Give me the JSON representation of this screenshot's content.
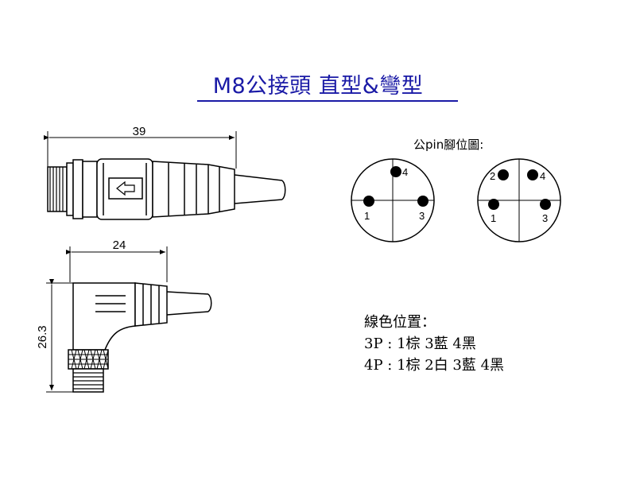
{
  "title": "M8公接頭 直型&彎型",
  "dimensions": {
    "straight_length": "39",
    "angled_length": "24",
    "angled_height": "26.3"
  },
  "pin_diagram": {
    "heading": "公pin腳位圖:",
    "three_pin": {
      "labels": [
        "4",
        "1",
        "3"
      ]
    },
    "four_pin": {
      "labels": [
        "2",
        "4",
        "1",
        "3"
      ]
    }
  },
  "wire_colors": {
    "heading": "線色位置：",
    "rows": [
      "3P : 1棕 3藍 4黑",
      "4P : 1棕 2白 3藍 4黑"
    ]
  }
}
